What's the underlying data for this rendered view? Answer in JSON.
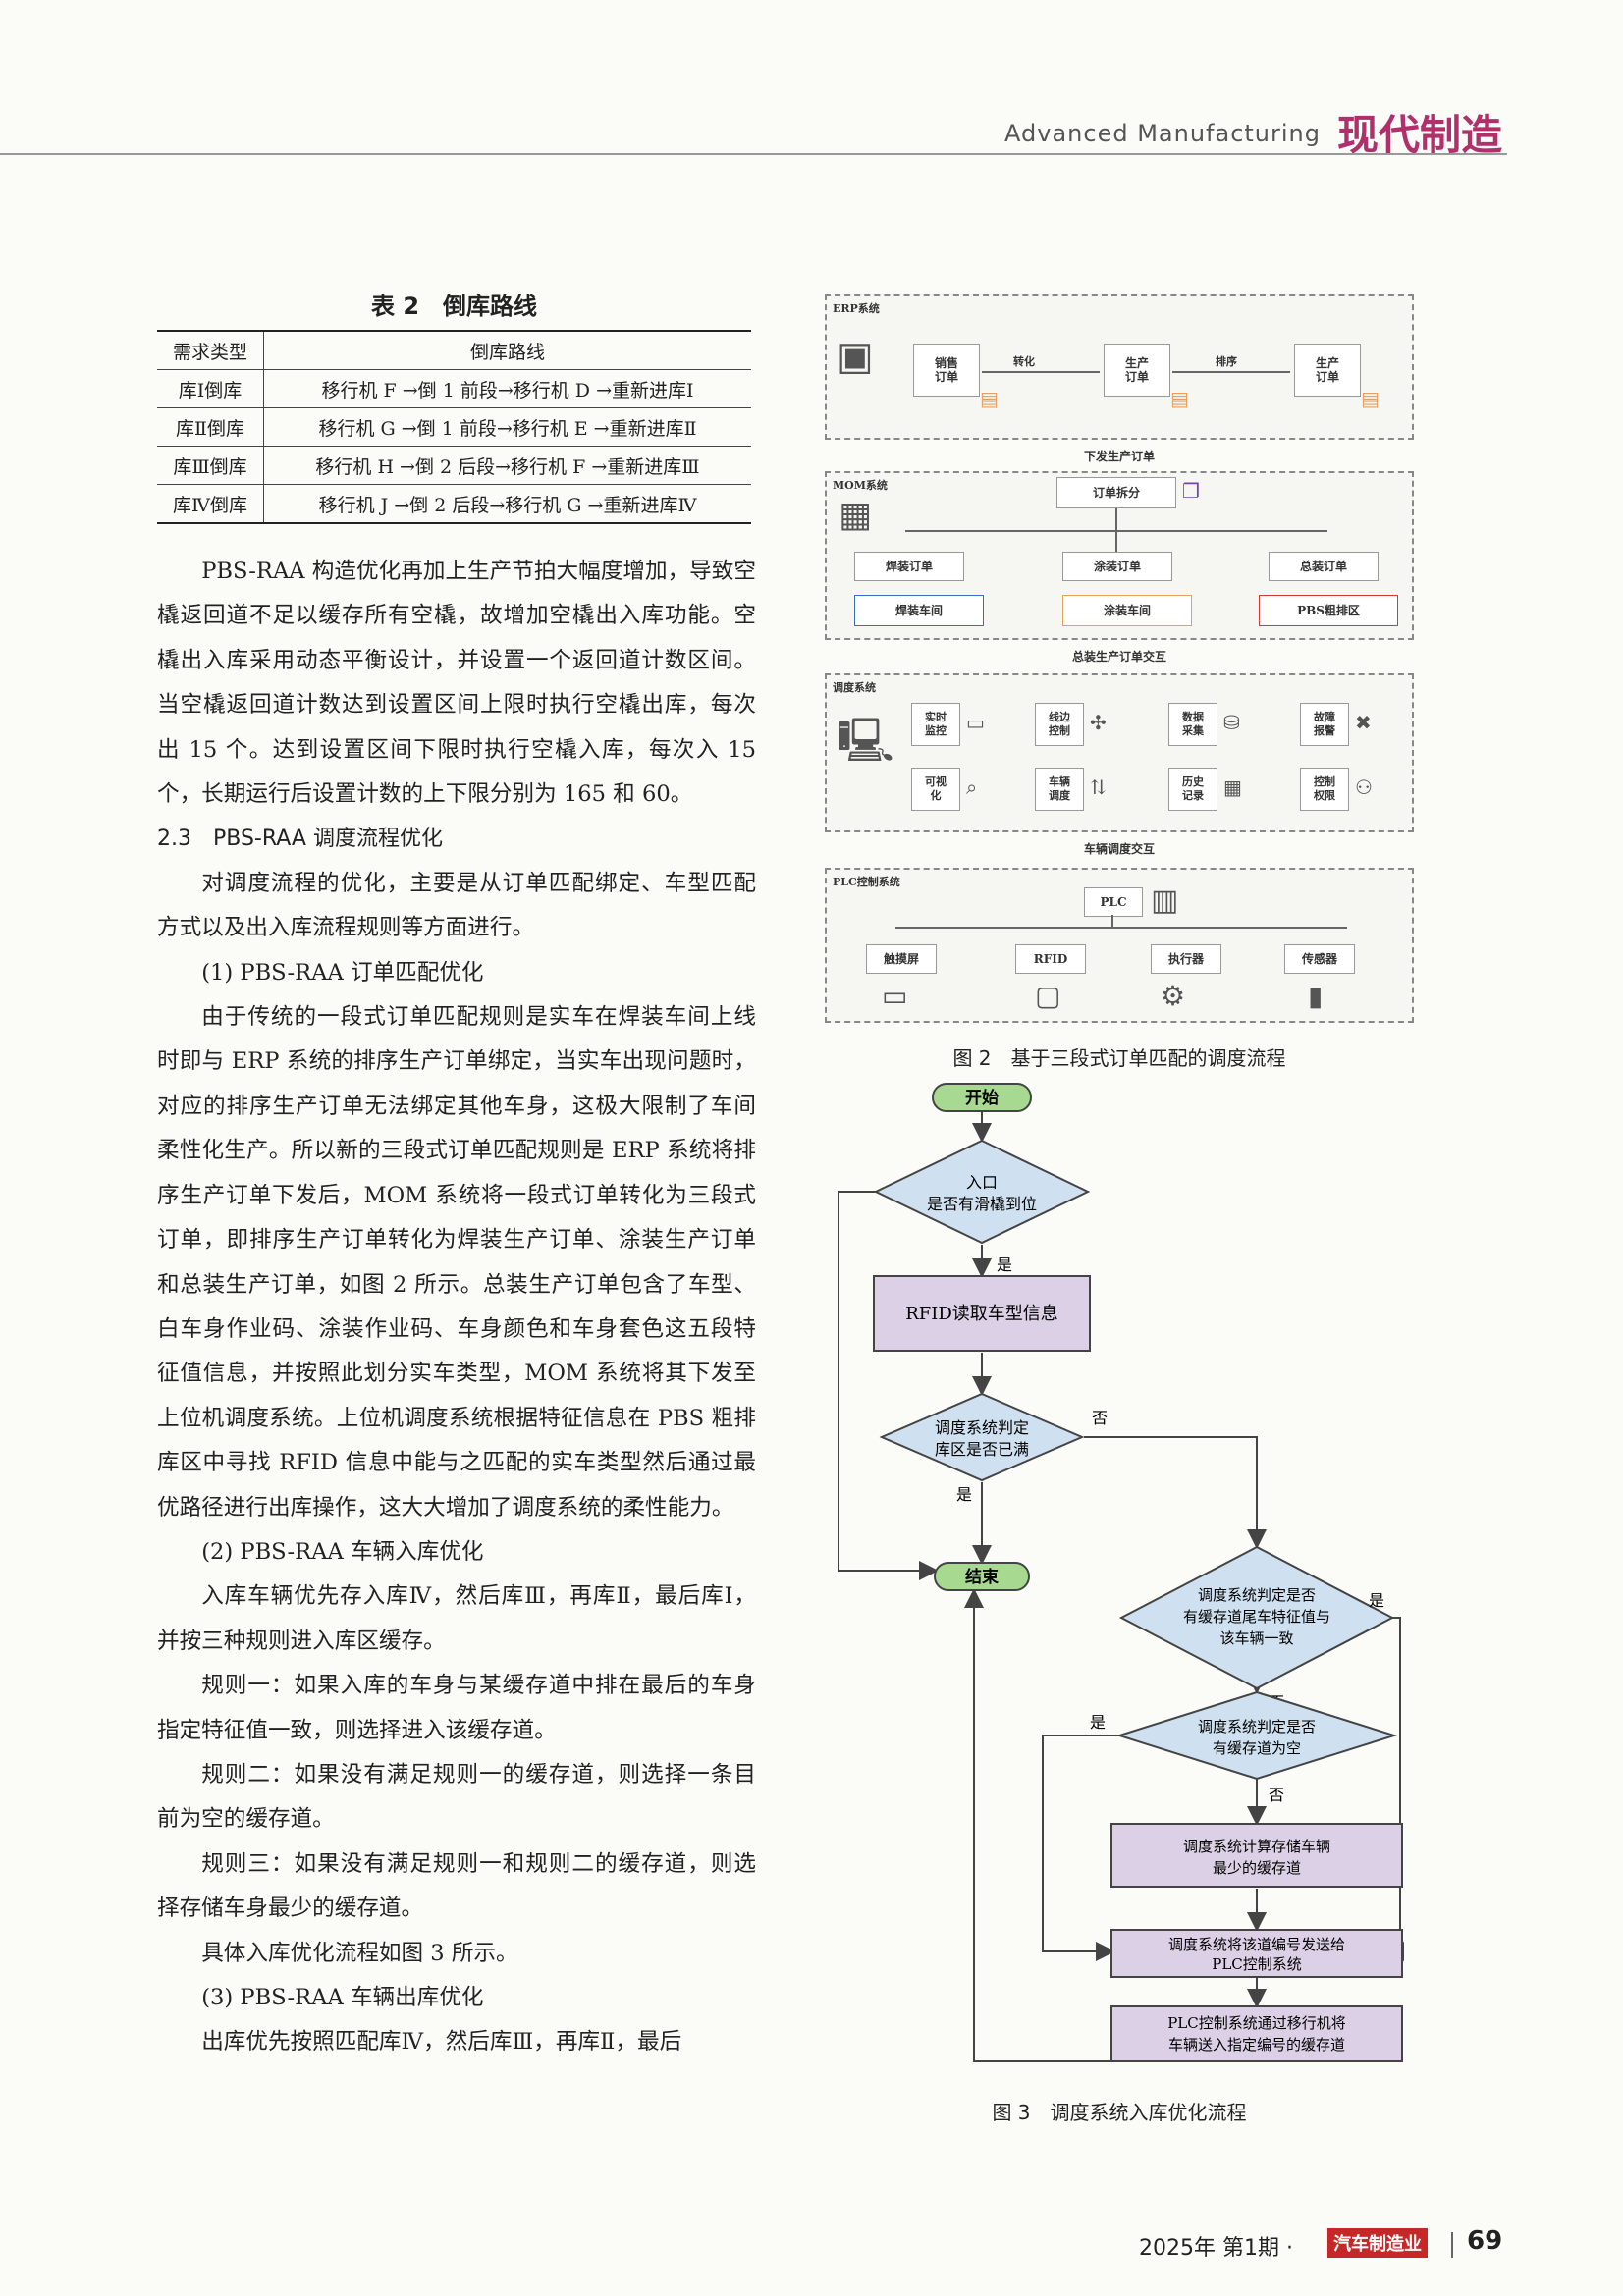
{
  "header": {
    "en": "Advanced Manufacturing",
    "cn": "现代制造"
  },
  "table": {
    "title": "表 2　倒库路线",
    "headers": [
      "需求类型",
      "倒库路线"
    ],
    "rows": [
      [
        "库Ⅰ倒库",
        "移行机 F →倒 1 前段→移行机 D →重新进库Ⅰ"
      ],
      [
        "库Ⅱ倒库",
        "移行机 G →倒 1 前段→移行机 E →重新进库Ⅱ"
      ],
      [
        "库Ⅲ倒库",
        "移行机 H →倒 2 后段→移行机 F →重新进库Ⅲ"
      ],
      [
        "库Ⅳ倒库",
        "移行机 J →倒 2 后段→移行机 G →重新进库Ⅳ"
      ]
    ]
  },
  "body": {
    "p1": "PBS-RAA 构造优化再加上生产节拍大幅度增加，导致空橇返回道不足以缓存所有空橇，故增加空橇出入库功能。空橇出入库采用动态平衡设计，并设置一个返回道计数区间。当空橇返回道计数达到设置区间上限时执行空橇出库，每次出 15 个。达到设置区间下限时执行空橇入库，每次入 15 个，长期运行后设置计数的上下限分别为 165 和 60。",
    "sec": "2.3　PBS-RAA 调度流程优化",
    "p2": "对调度流程的优化，主要是从订单匹配绑定、车型匹配方式以及出入库流程规则等方面进行。",
    "s1": "(1) PBS-RAA 订单匹配优化",
    "p3": "由于传统的一段式订单匹配规则是实车在焊装车间上线时即与 ERP 系统的排序生产订单绑定，当实车出现问题时，对应的排序生产订单无法绑定其他车身，这极大限制了车间柔性化生产。所以新的三段式订单匹配规则是 ERP 系统将排序生产订单下发后，MOM 系统将一段式订单转化为三段式订单，即排序生产订单转化为焊装生产订单、涂装生产订单和总装生产订单，如图 2 所示。总装生产订单包含了车型、白车身作业码、涂装作业码、车身颜色和车身套色这五段特征值信息，并按照此划分实车类型，MOM 系统将其下发至上位机调度系统。上位机调度系统根据特征信息在 PBS 粗排库区中寻找 RFID 信息中能与之匹配的实车类型然后通过最优路径进行出库操作，这大大增加了调度系统的柔性能力。",
    "s2": "(2) PBS-RAA 车辆入库优化",
    "p4": "入库车辆优先存入库Ⅳ，然后库Ⅲ，再库Ⅱ，最后库Ⅰ，并按三种规则进入库区缓存。",
    "p5": "规则一：如果入库的车身与某缓存道中排在最后的车身指定特征值一致，则选择进入该缓存道。",
    "p6": "规则二：如果没有满足规则一的缓存道，则选择一条目前为空的缓存道。",
    "p7": "规则三：如果没有满足规则一和规则二的缓存道，则选择存储车身最少的缓存道。",
    "p8": "具体入库优化流程如图 3 所示。",
    "s3": "(3) PBS-RAA 车辆出库优化",
    "p9": "出库优先按照匹配库Ⅳ，然后库Ⅲ，再库Ⅱ，最后"
  },
  "fig2": {
    "caption": "图 2　基于三段式订单匹配的调度流程",
    "erp": {
      "label": "ERP系统",
      "b1": "销售\n订单",
      "a1": "转化",
      "b2": "生产\n订单",
      "a2": "排序",
      "b3": "生产\n订单"
    },
    "link1": "下发生产订单",
    "mom": {
      "label": "MOM系统",
      "split": "订单拆分",
      "o1": "焊装订单",
      "o2": "涂装订单",
      "o3": "总装订单",
      "w1": "焊装车间",
      "w2": "涂装车间",
      "w3": "PBS粗排区"
    },
    "link2": "总装生产订单交互",
    "sched": {
      "label": "调度系统",
      "i1": "实时\n监控",
      "i2": "线边\n控制",
      "i3": "数据\n采集",
      "i4": "故障\n报警",
      "i5": "可视\n化",
      "i6": "车辆\n调度",
      "i7": "历史\n记录",
      "i8": "控制\n权限"
    },
    "link3": "车辆调度交互",
    "plc": {
      "label": "PLC控制系统",
      "plc": "PLC",
      "d1": "触摸屏",
      "d2": "RFID",
      "d3": "执行器",
      "d4": "传感器"
    }
  },
  "fig3": {
    "caption": "图 3　调度系统入库优化流程",
    "start": "开始",
    "d1": [
      "入口",
      "是否有滑橇到位"
    ],
    "rfid": "RFID读取车型信息",
    "d2": [
      "调度系统判定",
      "库区是否已满"
    ],
    "end": "结束",
    "d3": [
      "调度系统判定是否",
      "有缓存道尾车特征值与",
      "该车辆一致"
    ],
    "d4": [
      "调度系统判定是否",
      "有缓存道为空"
    ],
    "calc": [
      "调度系统计算存储车辆",
      "最少的缓存道"
    ],
    "send": [
      "调度系统将该道编号发送给",
      "PLC控制系统"
    ],
    "plc": [
      "PLC控制系统通过移行机将",
      "车辆送入指定编号的缓存道"
    ],
    "yes": "是",
    "no": "否"
  },
  "footer": {
    "issue": "2025年 第1期 ·",
    "logo": "汽车制造业",
    "page": "69"
  }
}
